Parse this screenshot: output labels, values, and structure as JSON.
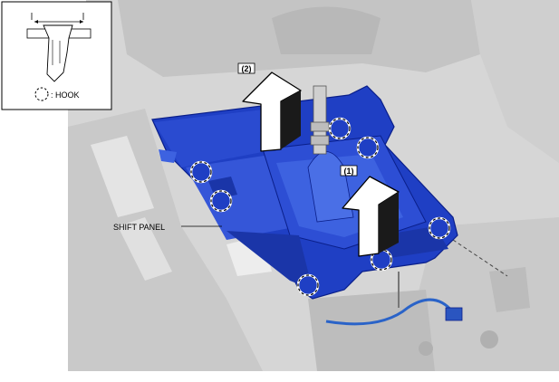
{
  "labels": {
    "step1": "(1)",
    "step2": "(2)",
    "shift_panel": "SHIFT PANEL",
    "legend_hook": ": HOOK"
  },
  "colors": {
    "panel_blue": "#1f3fc4",
    "panel_dark": "#0a1f8a",
    "panel_light": "#3d62e0",
    "background_gray": "#d2d2d2",
    "arrow_fill": "#ffffff"
  },
  "icons": {
    "hook_marker": "dashed-circle-icon",
    "lift_arrow": "up-arrow-icon"
  }
}
